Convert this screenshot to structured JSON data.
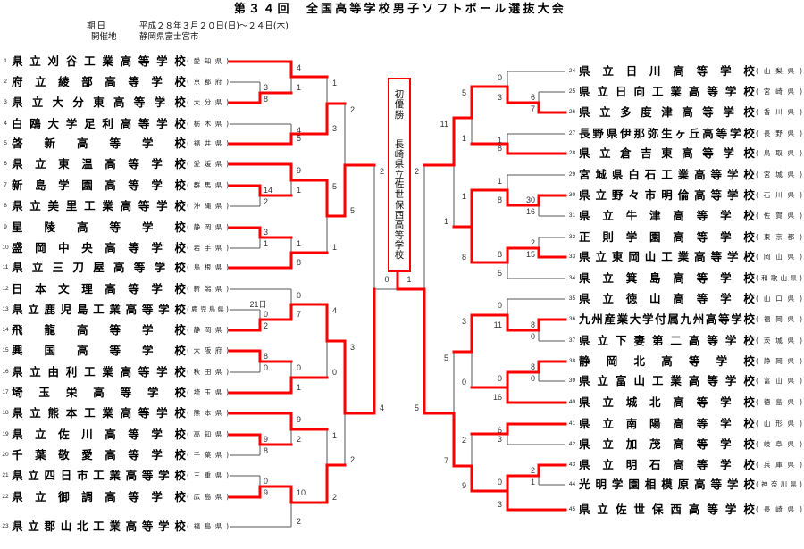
{
  "title": "第３４回　全国高等学校男子ソフトボール選抜大会",
  "info": {
    "date_label": "期日",
    "date_value": "平成２８年３月２０日(日)～２４日(木)",
    "venue_label": "開催地",
    "venue_value": "静岡県富士宮市"
  },
  "colors": {
    "winning_path": "#ff0000",
    "bracket_line": "#555555",
    "champion_box_border": "#ff0000"
  },
  "champion": {
    "label": "初優勝",
    "name": "長崎県立佐世保西高等学校"
  },
  "teams": [
    {
      "no": "1",
      "name": "県立刈谷工業高等学校",
      "prefecture": "(愛知県)"
    },
    {
      "no": "2",
      "name": "府立綾部高等学校",
      "prefecture": "(京都府)"
    },
    {
      "no": "3",
      "name": "県立大分東高等学校",
      "prefecture": "(大分県)"
    },
    {
      "no": "4",
      "name": "白鴎大学足利高等学校",
      "prefecture": "(栃木県)"
    },
    {
      "no": "5",
      "name": "啓新高等学校",
      "prefecture": "(福井県)"
    },
    {
      "no": "6",
      "name": "県立東温高等学校",
      "prefecture": "(愛媛県)"
    },
    {
      "no": "7",
      "name": "新島学園高等学校",
      "prefecture": "(群馬県)"
    },
    {
      "no": "8",
      "name": "県立美里工業高等学校",
      "prefecture": "(沖縄県)"
    },
    {
      "no": "9",
      "name": "星陵高等学校",
      "prefecture": "(静岡県)"
    },
    {
      "no": "10",
      "name": "盛岡中央高等学校",
      "prefecture": "(岩手県)"
    },
    {
      "no": "11",
      "name": "県立三刀屋高等学校",
      "prefecture": "(島根県)"
    },
    {
      "no": "12",
      "name": "日本文理高等学校",
      "prefecture": "(新潟県)"
    },
    {
      "no": "13",
      "name": "県立鹿児島工業高等学校",
      "prefecture": "(鹿児島県)"
    },
    {
      "no": "14",
      "name": "飛龍高等学校",
      "prefecture": "(静岡県)"
    },
    {
      "no": "15",
      "name": "興国高等学校",
      "prefecture": "(大阪府)"
    },
    {
      "no": "16",
      "name": "県立由利工業高等学校",
      "prefecture": "(秋田県)"
    },
    {
      "no": "17",
      "name": "埼玉栄高等学校",
      "prefecture": "(埼玉県)"
    },
    {
      "no": "18",
      "name": "県立熊本工業高等学校",
      "prefecture": "(熊本県)"
    },
    {
      "no": "19",
      "name": "県立佐川高等学校",
      "prefecture": "(高知県)"
    },
    {
      "no": "20",
      "name": "千葉敬愛高等学校",
      "prefecture": "(千葉県)"
    },
    {
      "no": "21",
      "name": "県立四日市工業高等学校",
      "prefecture": "(三重県)"
    },
    {
      "no": "22",
      "name": "県立御調高等学校",
      "prefecture": "(広島県)"
    },
    {
      "no": "23",
      "name": "県立郡山北工業高等学校",
      "prefecture": "(福島県)"
    },
    {
      "no": "24",
      "name": "県立日川高等学校",
      "prefecture": "(山梨県)"
    },
    {
      "no": "25",
      "name": "県立日向工業高等学校",
      "prefecture": "(宮崎県)"
    },
    {
      "no": "26",
      "name": "県立多度津高等学校",
      "prefecture": "(香川県)"
    },
    {
      "no": "27",
      "name": "長野県伊那弥生ヶ丘高等学校",
      "prefecture": "(長野県)"
    },
    {
      "no": "28",
      "name": "県立倉吉東高等学校",
      "prefecture": "(鳥取県)"
    },
    {
      "no": "29",
      "name": "宮城県白石工業高等学校",
      "prefecture": "(宮城県)"
    },
    {
      "no": "30",
      "name": "県立野々市明倫高等学校",
      "prefecture": "(石川県)"
    },
    {
      "no": "31",
      "name": "県立牛津高等学校",
      "prefecture": "(佐賀県)"
    },
    {
      "no": "32",
      "name": "正則学園高等学校",
      "prefecture": "(東京都)"
    },
    {
      "no": "33",
      "name": "県立東岡山工業高等学校",
      "prefecture": "(岡山県)"
    },
    {
      "no": "34",
      "name": "県立箕島高等学校",
      "prefecture": "(和歌山県)"
    },
    {
      "no": "35",
      "name": "県立徳山高等学校",
      "prefecture": "(山口県)"
    },
    {
      "no": "36",
      "name": "九州産業大学付属九州高等学校",
      "prefecture": "(福岡県)"
    },
    {
      "no": "37",
      "name": "県立下妻第二高等学校",
      "prefecture": "(茨城県)"
    },
    {
      "no": "38",
      "name": "静岡北高等学校",
      "prefecture": "(静岡県)"
    },
    {
      "no": "39",
      "name": "県立富山工業高等学校",
      "prefecture": "(富山県)"
    },
    {
      "no": "40",
      "name": "県立城北高等学校",
      "prefecture": "(徳島県)"
    },
    {
      "no": "41",
      "name": "県立南陽高等学校",
      "prefecture": "(山形県)"
    },
    {
      "no": "42",
      "name": "県立加茂高等学校",
      "prefecture": "(岐阜県)"
    },
    {
      "no": "43",
      "name": "県立明石高等学校",
      "prefecture": "(兵庫県)"
    },
    {
      "no": "44",
      "name": "光明学園相模原高等学校",
      "prefecture": "(神奈川県)"
    },
    {
      "no": "45",
      "name": "県立佐世保西高等学校",
      "prefecture": "(長崎県)"
    }
  ],
  "left_bracket": {
    "rounds": [
      [
        {
          "teams": [
            2,
            3
          ],
          "score": [
            "3",
            "8"
          ],
          "winner": 3
        },
        {
          "teams": [
            7,
            8
          ],
          "score": [
            "14",
            "2"
          ],
          "winner": 7
        },
        {
          "teams": [
            9,
            10
          ],
          "score": [
            "3",
            "1"
          ],
          "winner": 9
        },
        {
          "teams": [
            13,
            14
          ],
          "score": [
            "0",
            "2"
          ],
          "winner": 14,
          "note": "21日"
        },
        {
          "teams": [
            15,
            16
          ],
          "score": [
            "8",
            "0"
          ],
          "winner": 15
        },
        {
          "teams": [
            19,
            20
          ],
          "score": [
            "9",
            "8"
          ],
          "winner": 19
        },
        {
          "teams": [
            21,
            22
          ],
          "score": [
            "0",
            "9"
          ],
          "winner": 22
        }
      ],
      [
        {
          "teams": [
            1,
            3
          ],
          "score": [
            "4",
            "1"
          ],
          "winner": 1
        },
        {
          "teams": [
            4,
            5
          ],
          "score": [
            "4",
            "5"
          ],
          "winner": 5
        },
        {
          "teams": [
            6,
            7
          ],
          "score": [
            "9",
            "1"
          ],
          "winner": 6
        },
        {
          "teams": [
            9,
            11
          ],
          "score": [
            "1",
            "8"
          ],
          "winner": 11
        },
        {
          "teams": [
            12,
            14
          ],
          "score": [
            "0",
            "7"
          ],
          "winner": 14
        },
        {
          "teams": [
            15,
            17
          ],
          "score": [
            "0",
            "1"
          ],
          "winner": 17
        },
        {
          "teams": [
            18,
            19
          ],
          "score": [
            "9",
            "2"
          ],
          "winner": 18
        },
        {
          "teams": [
            22,
            23
          ],
          "score": [
            "10",
            "2"
          ],
          "winner": 22
        }
      ],
      [
        {
          "teams": [
            1,
            5
          ],
          "score": [
            "1",
            "3"
          ],
          "winner": 5
        },
        {
          "teams": [
            6,
            11
          ],
          "score": [
            "5",
            "1"
          ],
          "winner": 6
        },
        {
          "teams": [
            14,
            17
          ],
          "score": [
            "4",
            "0"
          ],
          "winner": 14
        },
        {
          "teams": [
            18,
            22
          ],
          "score": [
            "1",
            "2"
          ],
          "winner": 22
        }
      ],
      [
        {
          "teams": [
            5,
            6
          ],
          "score": [
            "2",
            "5"
          ],
          "winner": 6
        },
        {
          "teams": [
            14,
            22
          ],
          "score": [
            "3",
            "2"
          ],
          "winner": 14
        }
      ],
      [
        {
          "teams": [
            6,
            14
          ],
          "score": [
            "2",
            "4"
          ],
          "winner": 14
        }
      ]
    ]
  },
  "right_bracket": {
    "rounds": [
      [
        {
          "teams": [
            25,
            26
          ],
          "score": [
            "6",
            "7"
          ],
          "winner": 26
        },
        {
          "teams": [
            30,
            31
          ],
          "score": [
            "30",
            "16"
          ],
          "winner": 30
        },
        {
          "teams": [
            32,
            33
          ],
          "score": [
            "2",
            "15"
          ],
          "winner": 33
        },
        {
          "teams": [
            36,
            37
          ],
          "score": [
            "8",
            "0"
          ],
          "winner": 36
        },
        {
          "teams": [
            38,
            39
          ],
          "score": [
            "8",
            "0"
          ],
          "winner": 38
        },
        {
          "teams": [
            43,
            44
          ],
          "score": [
            "2",
            "1"
          ],
          "winner": 43
        }
      ],
      [
        {
          "teams": [
            24,
            26
          ],
          "score": [
            "0",
            "3"
          ],
          "winner": 26
        },
        {
          "teams": [
            27,
            28
          ],
          "score": [
            "1",
            "8"
          ],
          "winner": 28
        },
        {
          "teams": [
            29,
            30
          ],
          "score": [
            "1",
            "8"
          ],
          "winner": 30
        },
        {
          "teams": [
            33,
            34
          ],
          "score": [
            "8",
            "5"
          ],
          "winner": 33
        },
        {
          "teams": [
            35,
            36
          ],
          "score": [
            "0",
            "11"
          ],
          "winner": 36
        },
        {
          "teams": [
            38,
            40
          ],
          "score": [
            "0",
            "16"
          ],
          "winner": 40
        },
        {
          "teams": [
            41,
            42
          ],
          "score": [
            "6",
            "3"
          ],
          "winner": 41
        },
        {
          "teams": [
            43,
            45
          ],
          "score": [
            "0",
            "3"
          ],
          "winner": 45
        }
      ],
      [
        {
          "teams": [
            26,
            28
          ],
          "score": [
            "5",
            "1"
          ],
          "winner": 26
        },
        {
          "teams": [
            30,
            33
          ],
          "score": [
            "1",
            "8"
          ],
          "winner": 33
        },
        {
          "teams": [
            36,
            40
          ],
          "score": [
            "3",
            "0"
          ],
          "winner": 36
        },
        {
          "teams": [
            41,
            45
          ],
          "score": [
            "2",
            "9"
          ],
          "winner": 45
        }
      ],
      [
        {
          "teams": [
            26,
            33
          ],
          "score": [
            "11",
            "1"
          ],
          "winner": 26
        },
        {
          "teams": [
            36,
            45
          ],
          "score": [
            "5",
            "7"
          ],
          "winner": 45
        }
      ],
      [
        {
          "teams": [
            26,
            45
          ],
          "score": [
            "2",
            "5"
          ],
          "winner": 45
        }
      ]
    ]
  },
  "final": {
    "teams": [
      14,
      45
    ],
    "score": [
      "0",
      "1"
    ],
    "winner": 45
  }
}
